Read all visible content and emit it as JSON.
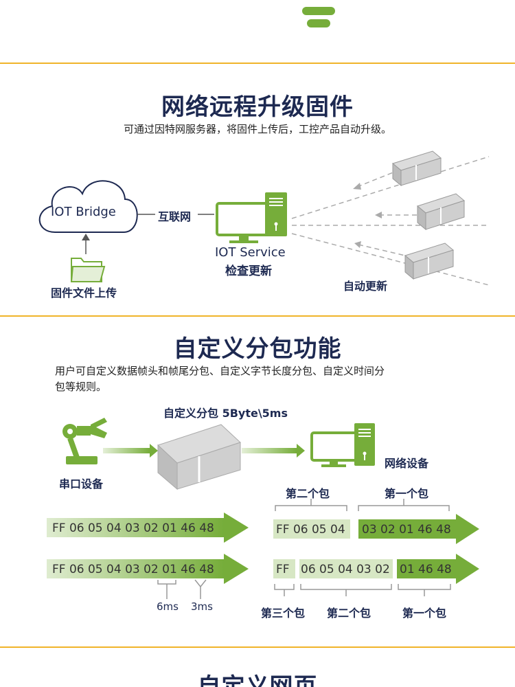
{
  "section1": {
    "title": "网络远程升级固件",
    "subtitle": "可通过因特网服务器，将固件上传后，工控产品自动升级。",
    "iot_bridge": "IOT Bridge",
    "internet": "互联网",
    "iot_service": "IOT Service",
    "check_update": "检查更新",
    "firmware_upload": "固件文件上传",
    "auto_update": "自动更新"
  },
  "section2": {
    "title": "自定义分包功能",
    "subtitle_line1": "用户可自定义数据帧头和帧尾分包、自定义字节长度分包、自定义时间分",
    "subtitle_line2": "包等规则。",
    "packet_rule": "自定义分包 5Byte\\5ms",
    "serial_device": "串口设备",
    "network_device": "网络设备",
    "second_packet": "第二个包",
    "first_packet": "第一个包",
    "third_packet": "第三个包",
    "stream1": "FF 06 05 04 03 02 01 46 48",
    "stream2": "FF 06 05 04 03 02 01 46 48",
    "r1_seg1": "FF 06 05 04",
    "r1_seg2": "03 02 01 46 48",
    "r2_seg1": "FF",
    "r2_seg2": "06 05 04 03 02",
    "r2_seg3": "01 46 48",
    "gap1": "6ms",
    "gap2": "3ms"
  },
  "section3": {
    "title": "自定义网页"
  },
  "colors": {
    "accent_green": "#76ad3a",
    "light_green": "#d7e7c4",
    "navy": "#1d2951",
    "divider": "#f0b429"
  }
}
